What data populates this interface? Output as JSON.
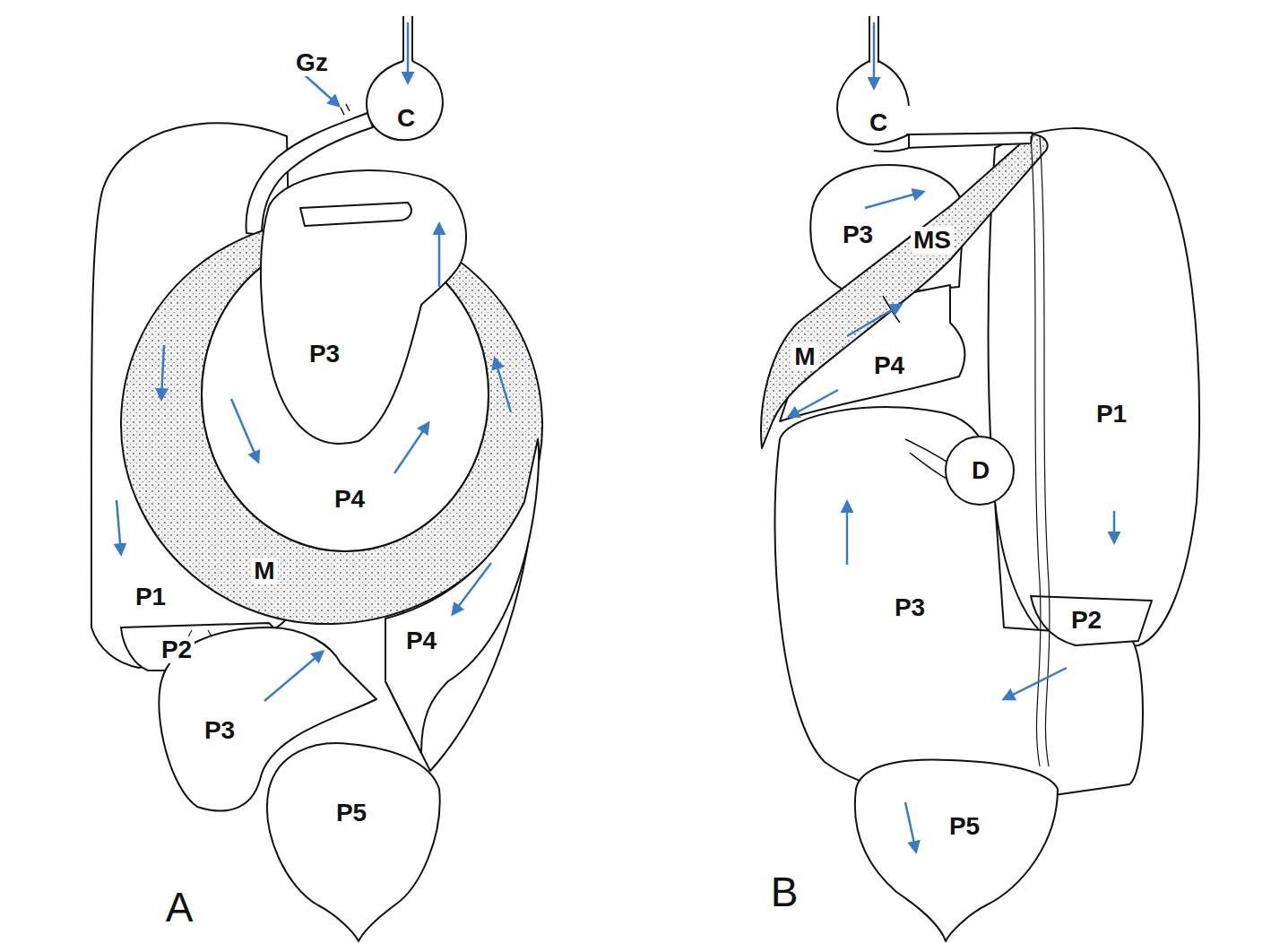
{
  "diagram": {
    "labels": [
      "Gz",
      "C",
      "P3",
      "P1",
      "P2",
      "M",
      "P4",
      "P4",
      "P3",
      "P5",
      "A",
      "C",
      "P3",
      "MS",
      "M",
      "P4",
      "P1",
      "D",
      "P3",
      "P2",
      "P5",
      "B"
    ]
  }
}
